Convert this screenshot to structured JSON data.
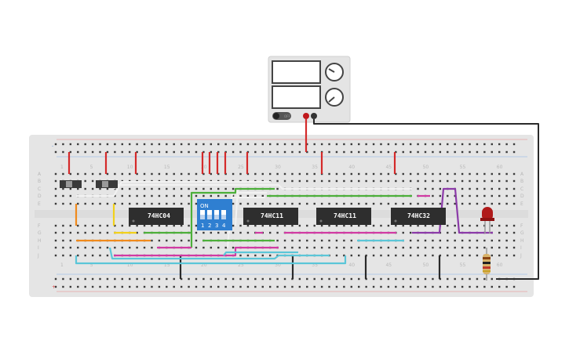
{
  "chips": [
    {
      "id": "u1",
      "label": "74HC04"
    },
    {
      "id": "u2",
      "label": "74HC11"
    },
    {
      "id": "u3",
      "label": "74HC11"
    },
    {
      "id": "u4",
      "label": "74HC32"
    }
  ],
  "dip_switch": {
    "on_label": "ON",
    "numbers": [
      "1",
      "2",
      "3",
      "4"
    ]
  },
  "power_supply": {
    "off_label": "OFF",
    "rows": [
      "",
      ""
    ]
  },
  "breadboard": {
    "col_numbers": [
      "1",
      "5",
      "10",
      "15",
      "20",
      "25",
      "30",
      "35",
      "40",
      "45",
      "50",
      "55",
      "60"
    ],
    "row_letters_top": [
      "A",
      "B",
      "C",
      "D",
      "E"
    ],
    "row_letters_bottom": [
      "F",
      "G",
      "H",
      "I",
      "J"
    ],
    "rail_minus": "-",
    "rail_plus": "+"
  },
  "colors": {
    "red": "#d42a2a",
    "white": "#f2f2f2",
    "green": "#4caf3a",
    "magenta": "#d13aa3",
    "cyan": "#5bc6d8",
    "orange": "#f08a1c",
    "yellow": "#f2d11b",
    "purple": "#8b3aa8",
    "black": "#2a2a2a",
    "chip": "#2e2e2e",
    "dip": "#2f7fd1",
    "board": "#e6e6e6"
  }
}
